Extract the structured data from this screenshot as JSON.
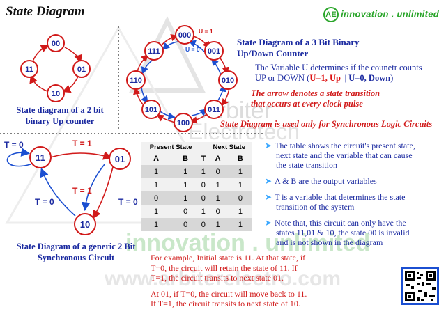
{
  "title": "State Diagram",
  "brand": {
    "logo_text": "AE",
    "name": "innovation . unlimited"
  },
  "two_bit_up": {
    "states": [
      "00",
      "01",
      "10",
      "11"
    ],
    "caption_line1": "State diagram of a 2 bit",
    "caption_line2": "binary Up counter"
  },
  "three_bit": {
    "states": [
      "000",
      "001",
      "010",
      "011",
      "100",
      "101",
      "110",
      "111"
    ],
    "label_u1": "U = 1",
    "label_u0": "U = 0",
    "heading_line1": "State Diagram of a 3 Bit Binary",
    "heading_line2": "Up/Down Counter",
    "desc_line1": "The Variable U determines if the counetr counts",
    "desc_line2_a": "UP or DOWN (",
    "desc_line2_b": "U=1, Up",
    "desc_line2_c": " || ",
    "desc_line2_d": "U=0, Down",
    "desc_line2_e": ")",
    "arrow_note_line1": "The arrow denotes a state transition",
    "arrow_note_line2": "that occurs at every clock pulse",
    "sync_note": "State Diagram is used only for Synchronous Logic Circuits"
  },
  "generic": {
    "states": [
      "11",
      "01",
      "10"
    ],
    "t0_self": "T = 0",
    "t1_top": "T = 1",
    "t1_mid": "T = 1",
    "t0_left": "T = 0",
    "t0_right": "T = 0",
    "caption_line1": "State Diagram of a generic 2 Bit",
    "caption_line2": "Synchronous Circuit"
  },
  "table": {
    "present_state": "Present State",
    "next_state": "Next State",
    "col_a": "A",
    "col_b": "B",
    "col_t": "T",
    "col_na": "A",
    "col_nb": "B",
    "rows": [
      [
        "1",
        "1",
        "1",
        "0",
        "1"
      ],
      [
        "1",
        "1",
        "0",
        "1",
        "1"
      ],
      [
        "0",
        "1",
        "0",
        "1",
        "0"
      ],
      [
        "1",
        "0",
        "1",
        "0",
        "1"
      ],
      [
        "1",
        "0",
        "0",
        "1",
        "1"
      ]
    ]
  },
  "notes": [
    [
      "The table shows the circuit's present state,",
      "next state and the variable that can cause",
      "the state transition"
    ],
    [
      "A & B are the output variables"
    ],
    [
      "T is a variable that determines the state",
      "transition of the system"
    ],
    [
      "Note that, this circuit can only have the",
      "states 11,01 & 10, the state 00 is invalid",
      "and is not shown in the diagram"
    ]
  ],
  "example": {
    "p1_l1": "For example, Initial state is 11. At that state, if",
    "p1_l2": "T=0, the circuit will retain the state of 11. If",
    "p1_l3": "T=1, the circuit transits to next state 01.",
    "p2_l1": "At 01, if T=0, the circuit will move back to 11.",
    "p2_l2": "If T=1, the circuit transits to next state of 10."
  },
  "watermark": {
    "line1": "Arbiter",
    "line2": "Electrotech",
    "line3": "innovation . unlimited",
    "line4": "www.arbiterelectro.com"
  },
  "colors": {
    "state_ring": "#d11a1a",
    "state_text": "#1b2aa0",
    "up_arrow": "#d11a1a",
    "down_arrow": "#1b4fd1",
    "bullet": "#3aa7ff"
  }
}
